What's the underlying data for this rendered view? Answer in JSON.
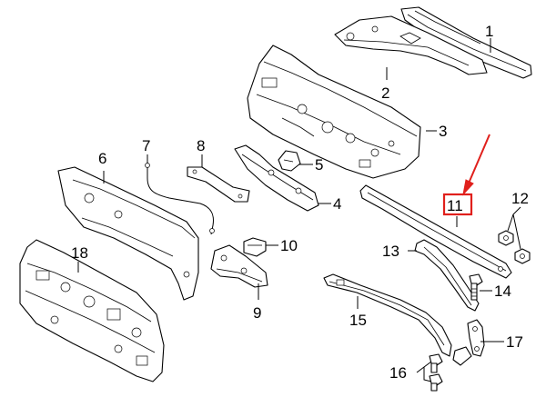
{
  "diagram": {
    "callouts": [
      {
        "id": "c1",
        "label": "1"
      },
      {
        "id": "c2",
        "label": "2"
      },
      {
        "id": "c3",
        "label": "3"
      },
      {
        "id": "c4",
        "label": "4"
      },
      {
        "id": "c5",
        "label": "5"
      },
      {
        "id": "c6",
        "label": "6"
      },
      {
        "id": "c7",
        "label": "7"
      },
      {
        "id": "c8",
        "label": "8"
      },
      {
        "id": "c9",
        "label": "9"
      },
      {
        "id": "c10",
        "label": "10"
      },
      {
        "id": "c11",
        "label": "11"
      },
      {
        "id": "c12",
        "label": "12"
      },
      {
        "id": "c13",
        "label": "13"
      },
      {
        "id": "c14",
        "label": "14"
      },
      {
        "id": "c15",
        "label": "15"
      },
      {
        "id": "c16",
        "label": "16"
      },
      {
        "id": "c17",
        "label": "17"
      },
      {
        "id": "c18",
        "label": "18"
      }
    ],
    "highlighted_part": "11",
    "colors": {
      "line": "#000000",
      "background": "#ffffff",
      "highlight": "#e0201c"
    }
  }
}
